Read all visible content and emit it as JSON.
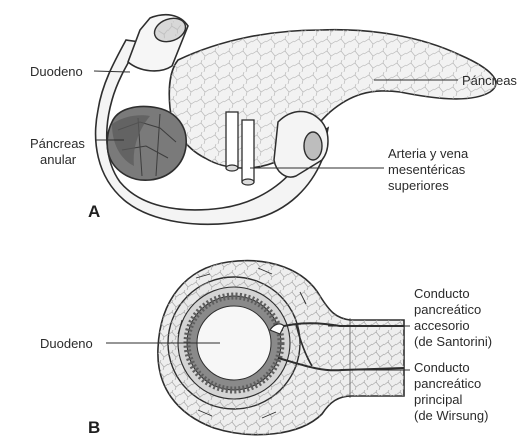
{
  "panel_a": {
    "letter": "A",
    "labels": {
      "duodeno": "Duodeno",
      "pancreas": "Páncreas",
      "pancreas_anular_1": "Páncreas",
      "pancreas_anular_2": "anular",
      "arteria_1": "Arteria y vena",
      "arteria_2": "mesentéricas",
      "arteria_3": "superiores"
    }
  },
  "panel_b": {
    "letter": "B",
    "labels": {
      "duodeno": "Duodeno",
      "accesorio_1": "Conducto",
      "accesorio_2": "pancreático",
      "accesorio_3": "accesorio",
      "accesorio_4": "(de Santorini)",
      "principal_1": "Conducto",
      "principal_2": "pancreático",
      "principal_3": "principal",
      "principal_4": "(de Wirsung)"
    }
  },
  "colors": {
    "outline": "#2e2e2e",
    "tissue_fill": "#eeeeee",
    "annular_dark": "#6a6a6a",
    "mucosa": "#8a8a8a"
  }
}
